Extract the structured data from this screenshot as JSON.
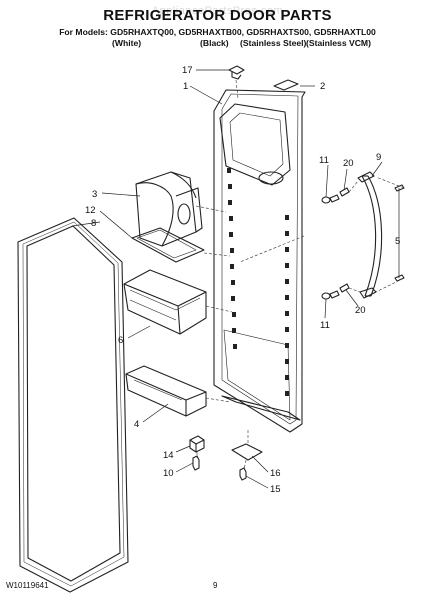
{
  "header": {
    "watermark": "AppliancePartsPros.com",
    "title": "REFRIGERATOR DOOR PARTS",
    "models_line": "For Models: GD5RHAXTQ00, GD5RHAXTB00, GD5RHAXTS00, GD5RHAXTL00",
    "variants": [
      "(White)",
      "(Black)",
      "(Stainless Steel)",
      "(Stainless VCM)"
    ]
  },
  "callouts": {
    "c1": "1",
    "c2": "2",
    "c3": "3",
    "c4": "4",
    "c5": "5",
    "c6": "6",
    "c8": "8",
    "c9": "9",
    "c10": "10",
    "c11a": "11",
    "c11b": "11",
    "c12": "12",
    "c14": "14",
    "c15": "15",
    "c16": "16",
    "c17": "17",
    "c20a": "20",
    "c20b": "20"
  },
  "footer": {
    "doc_number": "W10119641",
    "page_number": "9"
  }
}
